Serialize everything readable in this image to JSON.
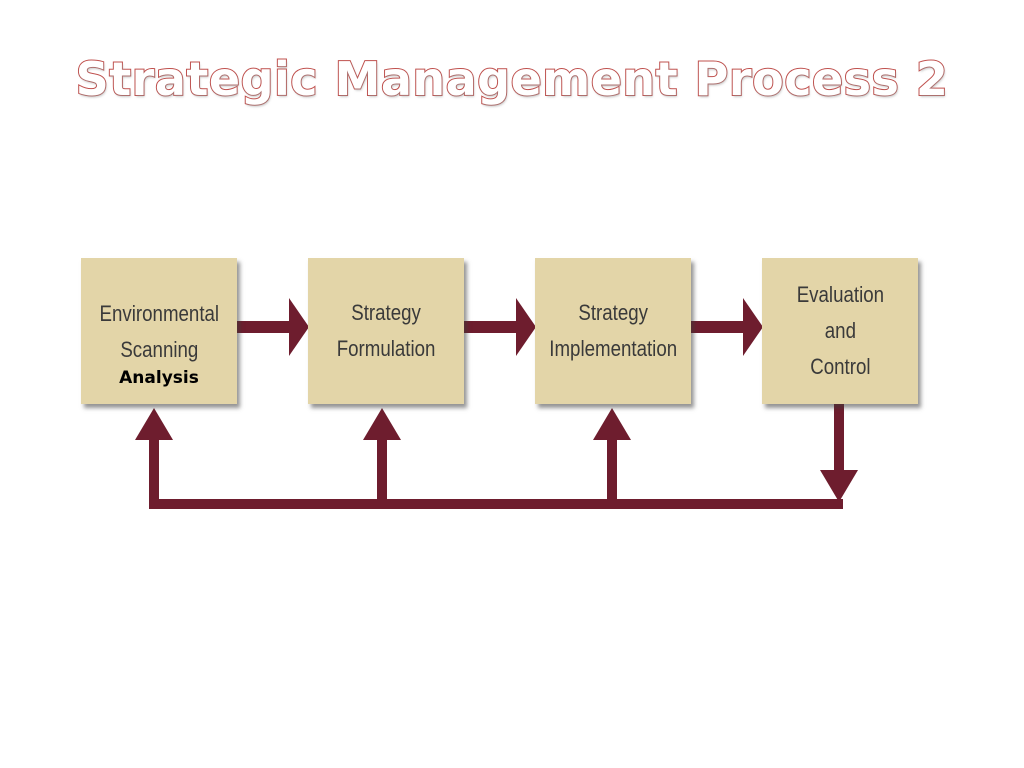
{
  "title": "Strategic Management Process 2",
  "colors": {
    "box_fill": "#e3d5a8",
    "arrow": "#6e1d2e",
    "title_outline": "#c0504d"
  },
  "boxes": [
    {
      "label": "Environmental\nScanning",
      "sublabel": "Analysis"
    },
    {
      "label": "Strategy\nFormulation"
    },
    {
      "label": "Strategy\nImplementation"
    },
    {
      "label": "Evaluation\nand\nControl"
    }
  ]
}
